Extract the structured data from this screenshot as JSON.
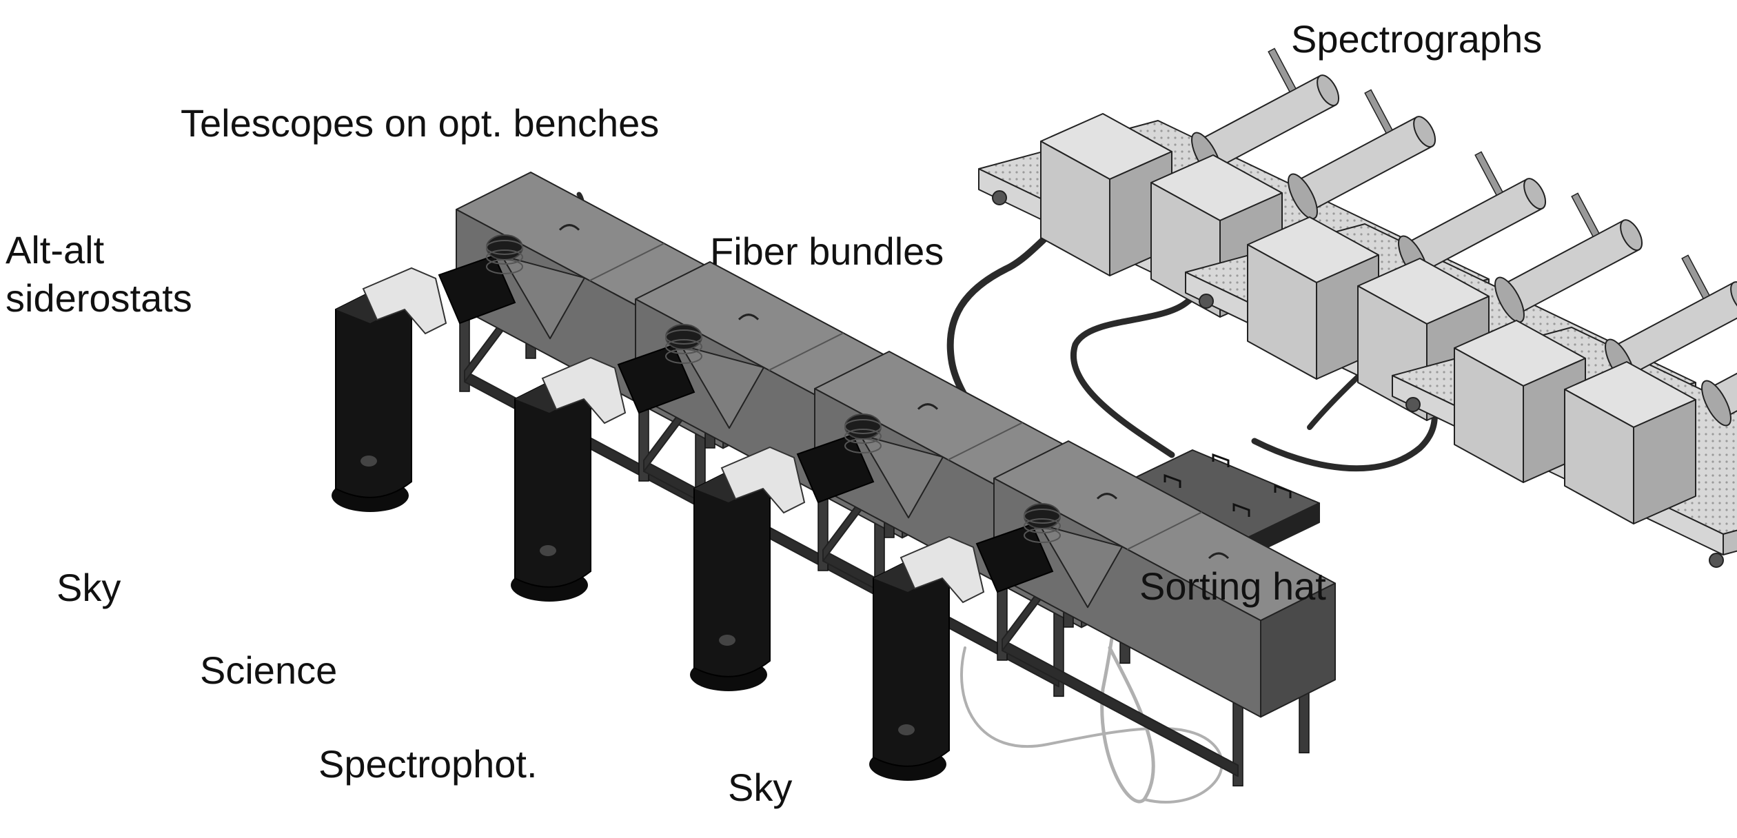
{
  "labels": {
    "telescopes": "Telescopes on opt. benches",
    "spectrographs": "Spectrographs",
    "altalt_line1": "Alt-alt",
    "altalt_line2": "siderostats",
    "fiber_bundles": "Fiber bundles",
    "sorting_hat": "Sorting hat",
    "sky_1": "Sky",
    "science": "Science",
    "spectrophot": "Spectrophot.",
    "sky_2": "Sky"
  },
  "colors": {
    "background": "#ffffff",
    "housing": "#6e6e6e",
    "housing_top": "#8a8a8a",
    "housing_dark": "#4a4a4a",
    "frame": "#3a3a3a",
    "siderostat": "#141414",
    "arm": "#e4e4e4",
    "spectrograph": "#c4c4c4",
    "platform": "#d6d6d6",
    "fiber": "#2a2a2a",
    "fiber_light": "#b0b0b0",
    "label": "#111111"
  }
}
